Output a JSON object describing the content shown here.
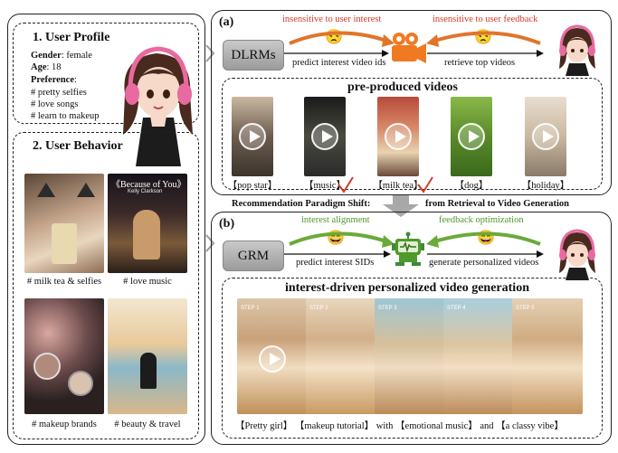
{
  "left": {
    "profile_title": "1. User Profile",
    "gender_label": "Gender",
    "gender_value": ": female",
    "age_label": "Age",
    "age_value": ": 18",
    "preference_label": "Preference",
    "preference_suffix": ":",
    "preferences": [
      "# pretty selfies",
      "# love songs",
      "# learn to makeup"
    ],
    "behavior_title": "2. User Behavior",
    "behavior_captions": [
      "# milk tea & selfies",
      "# love music",
      "# makeup brands",
      "# beauty & travel"
    ],
    "music_overlay_title": "《Because of You》",
    "music_overlay_artist": "Kelly Clarkson"
  },
  "panel_a": {
    "tag": "(a)",
    "model_label": "DLRMs",
    "critique_interest": "insensitive to user interest",
    "critique_feedback": "insensitive to user feedback",
    "action_predict": "predict interest video ids",
    "action_retrieve": "retrieve top videos",
    "videos_title": "pre-produced videos",
    "video_captions": [
      "【pop star】",
      "【music】",
      "【milk tea】",
      "【dog】",
      "【holiday】"
    ]
  },
  "shift": {
    "left_text": "Recommendation Paradigm Shift:",
    "right_text": "from Retrieval to Video Generation"
  },
  "panel_b": {
    "tag": "(b)",
    "model_label": "GRM",
    "benefit_interest": "interest alignment",
    "benefit_feedback": "feedback optimization",
    "action_predict": "predict interest SIDs",
    "action_generate": "generate personalized videos",
    "gen_title": "interest-driven personalized video generation",
    "steps": [
      "STEP 1",
      "STEP 2",
      "STEP 3",
      "STEP 4",
      "STEP 5"
    ],
    "gen_caption": [
      "【Pretty girl】",
      "【makeup tutorial】",
      "with",
      "【emotional music】",
      "and",
      "【a classy vibe】"
    ]
  },
  "colors": {
    "critique": "#d23b2a",
    "benefit": "#4f9a2a",
    "arrow_orange": "#e0752b",
    "arrow_green": "#6aaa3a"
  }
}
